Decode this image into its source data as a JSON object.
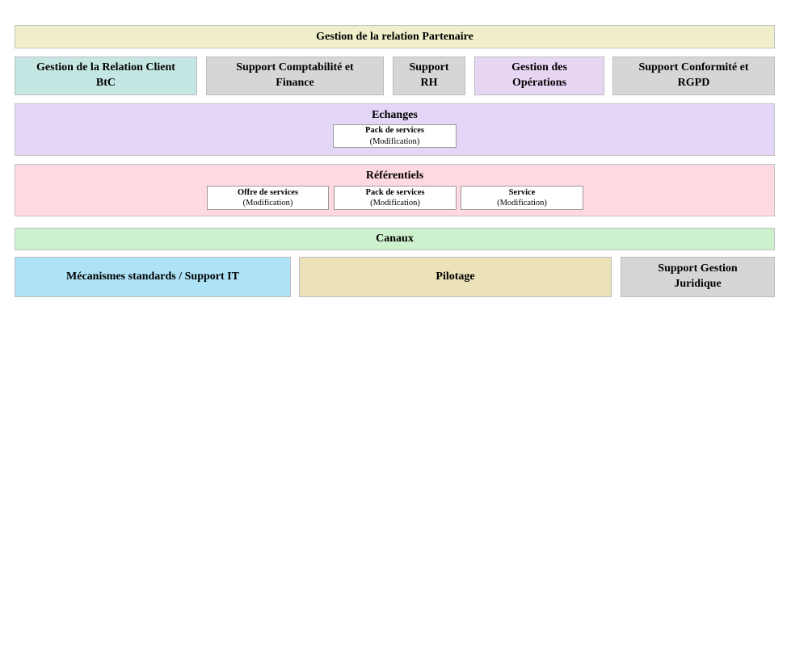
{
  "banner": {
    "label": "Gestion de la relation Partenaire",
    "bg": "#f0efca"
  },
  "capability_row": {
    "items": [
      {
        "label": "Gestion de la Relation Client\nBtC",
        "bg": "#c5e7e3"
      },
      {
        "label": "Support Comptabilité et\nFinance",
        "bg": "#d6d6d6"
      },
      {
        "label": "Support\nRH",
        "bg": "#d6d6d6"
      },
      {
        "label": "Gestion des\nOpérations",
        "bg": "#e7d6f3"
      },
      {
        "label": "Support Conformité et\nRGPD",
        "bg": "#d6d6d6"
      }
    ]
  },
  "echanges": {
    "title": "Echanges",
    "bg": "#e4d6f7",
    "cards": [
      {
        "title": "Pack de services",
        "subtitle": "(Modification)"
      }
    ]
  },
  "referentiels": {
    "title": "Référentiels",
    "bg": "#ffd9e1",
    "cards": [
      {
        "title": "Offre de services",
        "subtitle": "(Modification)"
      },
      {
        "title": "Pack de services",
        "subtitle": "(Modification)"
      },
      {
        "title": "Service",
        "subtitle": "(Modification)"
      }
    ]
  },
  "canaux": {
    "title": "Canaux",
    "bg": "#cdf0cd"
  },
  "bottom_row": {
    "items": [
      {
        "label": "Mécanismes standards / Support IT",
        "bg": "#aee3f7"
      },
      {
        "label": "Pilotage",
        "bg": "#ebe2b8"
      },
      {
        "label": "Support Gestion\nJuridique",
        "bg": "#d6d6d6"
      }
    ]
  }
}
